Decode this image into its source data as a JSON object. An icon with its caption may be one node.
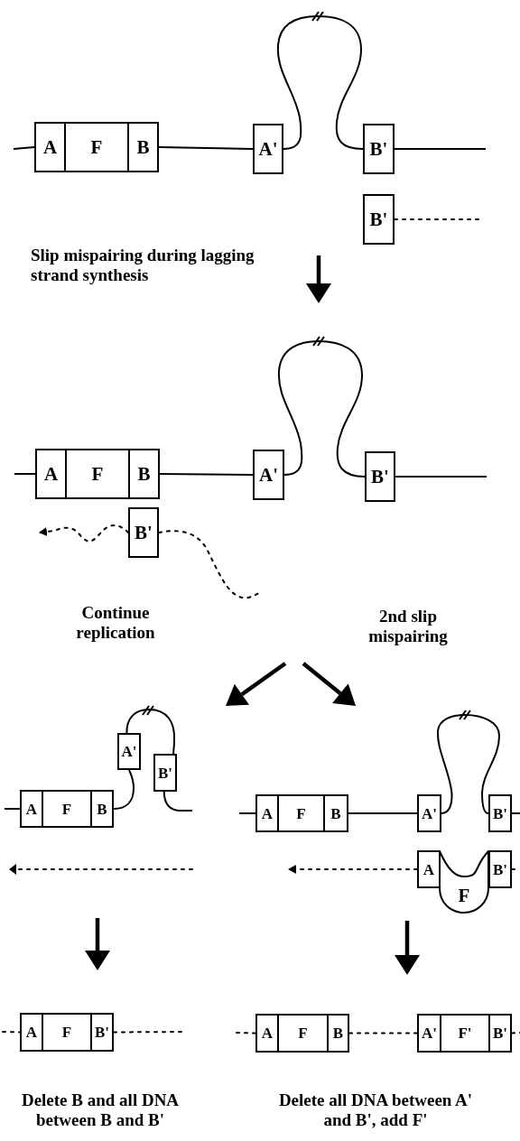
{
  "diagram": {
    "nodes": [
      {
        "text": [
          "A"
        ]
      },
      {
        "text": [
          "F"
        ]
      },
      {
        "text": [
          "B"
        ]
      },
      {
        "text": [
          "A'"
        ]
      },
      {
        "text": [
          "B'"
        ]
      },
      {
        "text": [
          "B'"
        ]
      },
      {
        "text": [
          "A"
        ]
      },
      {
        "text": [
          "F"
        ]
      },
      {
        "text": [
          "B"
        ]
      },
      {
        "text": [
          "A'"
        ]
      },
      {
        "text": [
          "B'"
        ]
      },
      {
        "text": [
          "B'"
        ]
      },
      {
        "text": [
          "A"
        ]
      },
      {
        "text": [
          "F"
        ]
      },
      {
        "text": [
          "B"
        ]
      },
      {
        "text": [
          "A'"
        ]
      },
      {
        "text": [
          "B'"
        ]
      },
      {
        "text": [
          "A"
        ]
      },
      {
        "text": [
          "F"
        ]
      },
      {
        "text": [
          "B"
        ]
      },
      {
        "text": [
          "A'"
        ]
      },
      {
        "text": [
          "B'"
        ]
      },
      {
        "text": [
          "A"
        ]
      },
      {
        "text": [
          "F"
        ]
      },
      {
        "text": [
          "B'"
        ]
      },
      {
        "text": [
          "A"
        ]
      },
      {
        "text": [
          "F"
        ]
      },
      {
        "text": [
          "B'"
        ]
      },
      {
        "text": [
          "A"
        ]
      },
      {
        "text": [
          "F"
        ]
      },
      {
        "text": [
          "B"
        ]
      },
      {
        "text": [
          "A'"
        ]
      },
      {
        "text": [
          "F'"
        ]
      },
      {
        "text": [
          "B'"
        ]
      }
    ],
    "edges": [
      {
        "from": null,
        "to": 0,
        "arrow": "none"
      },
      {
        "from": 2,
        "to": 3,
        "arrow": "none"
      },
      {
        "from": 3,
        "to": 4,
        "arrow": "none"
      },
      {
        "from": 4,
        "to": null,
        "arrow": "none"
      },
      {
        "from": 5,
        "to": null,
        "arrow": "none",
        "style": "dashed"
      },
      {
        "from": null,
        "to": 6,
        "arrow": "none"
      },
      {
        "from": 8,
        "to": 9,
        "arrow": "none"
      },
      {
        "from": 9,
        "to": 10,
        "arrow": "none"
      },
      {
        "from": 10,
        "to": null,
        "arrow": "none"
      },
      {
        "from": 11,
        "to": null,
        "arrow": "to",
        "style": "dashed"
      },
      {
        "from": 11,
        "to": null,
        "arrow": "none",
        "style": "dashed"
      },
      {
        "from": null,
        "to": 12,
        "arrow": "none"
      },
      {
        "from": 14,
        "to": 15,
        "arrow": "none"
      },
      {
        "from": 15,
        "to": 16,
        "arrow": "none"
      },
      {
        "from": 16,
        "to": null,
        "arrow": "none"
      },
      {
        "from": null,
        "to": 17,
        "arrow": "none"
      },
      {
        "from": 19,
        "to": 20,
        "arrow": "none"
      },
      {
        "from": 20,
        "to": 21,
        "arrow": "none"
      },
      {
        "from": 21,
        "to": null,
        "arrow": "none"
      },
      {
        "from": 22,
        "to": null,
        "arrow": "to",
        "style": "dashed"
      },
      {
        "from": 24,
        "to": null,
        "arrow": "none",
        "style": "dashed"
      },
      {
        "from": null,
        "to": 25,
        "arrow": "none",
        "style": "dashed"
      },
      {
        "from": 27,
        "to": null,
        "arrow": "none",
        "style": "dashed"
      },
      {
        "from": null,
        "to": 28,
        "arrow": "none",
        "style": "dashed"
      },
      {
        "from": 30,
        "to": 31,
        "arrow": "none",
        "style": "dashed"
      },
      {
        "from": 33,
        "to": null,
        "arrow": "none",
        "style": "dashed"
      }
    ],
    "labels": [
      "Slip mispairing during lagging strand synthesis",
      "Continue replication",
      "2nd slip mispairing",
      "Delete B and all DNA between B and B'",
      "Delete all DNA between A' and B', add F'"
    ]
  }
}
